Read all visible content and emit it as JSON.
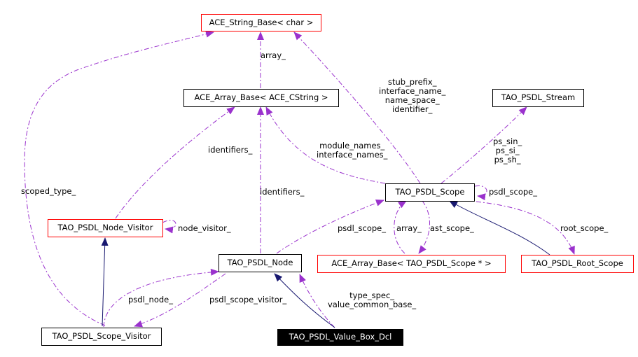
{
  "colors": {
    "inheritance": "#191970",
    "usage": "#9a32cd",
    "undocumented_border": "#ff0000",
    "documented_border": "#000000",
    "focus_fill": "#000000"
  },
  "nodes": {
    "ace_string_base": "ACE_String_Base< char >",
    "ace_array_base_cstring": "ACE_Array_Base< ACE_CString >",
    "tao_psdl_stream": "TAO_PSDL_Stream",
    "tao_psdl_scope": "TAO_PSDL_Scope",
    "tao_psdl_node_visitor": "TAO_PSDL_Node_Visitor",
    "tao_psdl_node": "TAO_PSDL_Node",
    "ace_array_base_scope_ptr": "ACE_Array_Base< TAO_PSDL_Scope * >",
    "tao_psdl_root_scope": "TAO_PSDL_Root_Scope",
    "tao_psdl_scope_visitor": "TAO_PSDL_Scope_Visitor",
    "tao_psdl_value_box_dcl": "TAO_PSDL_Value_Box_Dcl"
  },
  "labels": {
    "array": "array_",
    "stub_prefix": [
      "stub_prefix_",
      "interface_name_",
      "name_space_",
      "identifier_"
    ],
    "module_names": [
      "module_names_",
      "interface_names_"
    ],
    "ps_sin": [
      "ps_sin_",
      "ps_si_",
      "ps_sh_"
    ],
    "identifiers_left": "identifiers_",
    "identifiers_mid": "identifiers_",
    "scoped_type": "scoped_type_",
    "psdl_scope_self": "psdl_scope_",
    "node_visitor": "node_visitor_",
    "psdl_scope_node": "psdl_scope_",
    "array_scope": "array_",
    "ast_scope": "ast_scope_",
    "root_scope": "root_scope_",
    "psdl_node": "psdl_node_",
    "psdl_scope_visitor": "psdl_scope_visitor_",
    "type_spec": [
      "type_spec_",
      "value_common_base_"
    ]
  }
}
